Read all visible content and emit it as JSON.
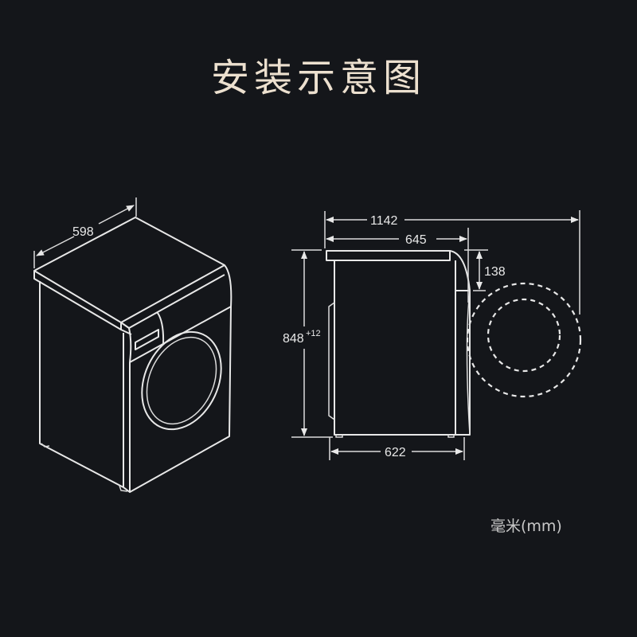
{
  "title": "安装示意图",
  "unit_label": "毫米(mm)",
  "dimensions": {
    "width": "598",
    "total_depth_door_open": "1142",
    "depth": "645",
    "control_panel_height": "138",
    "height": "848",
    "height_tolerance": "+12",
    "depth_body": "622"
  },
  "colors": {
    "background": "#14161a",
    "title": "#ece0cf",
    "lines": "#e8e8e8"
  }
}
